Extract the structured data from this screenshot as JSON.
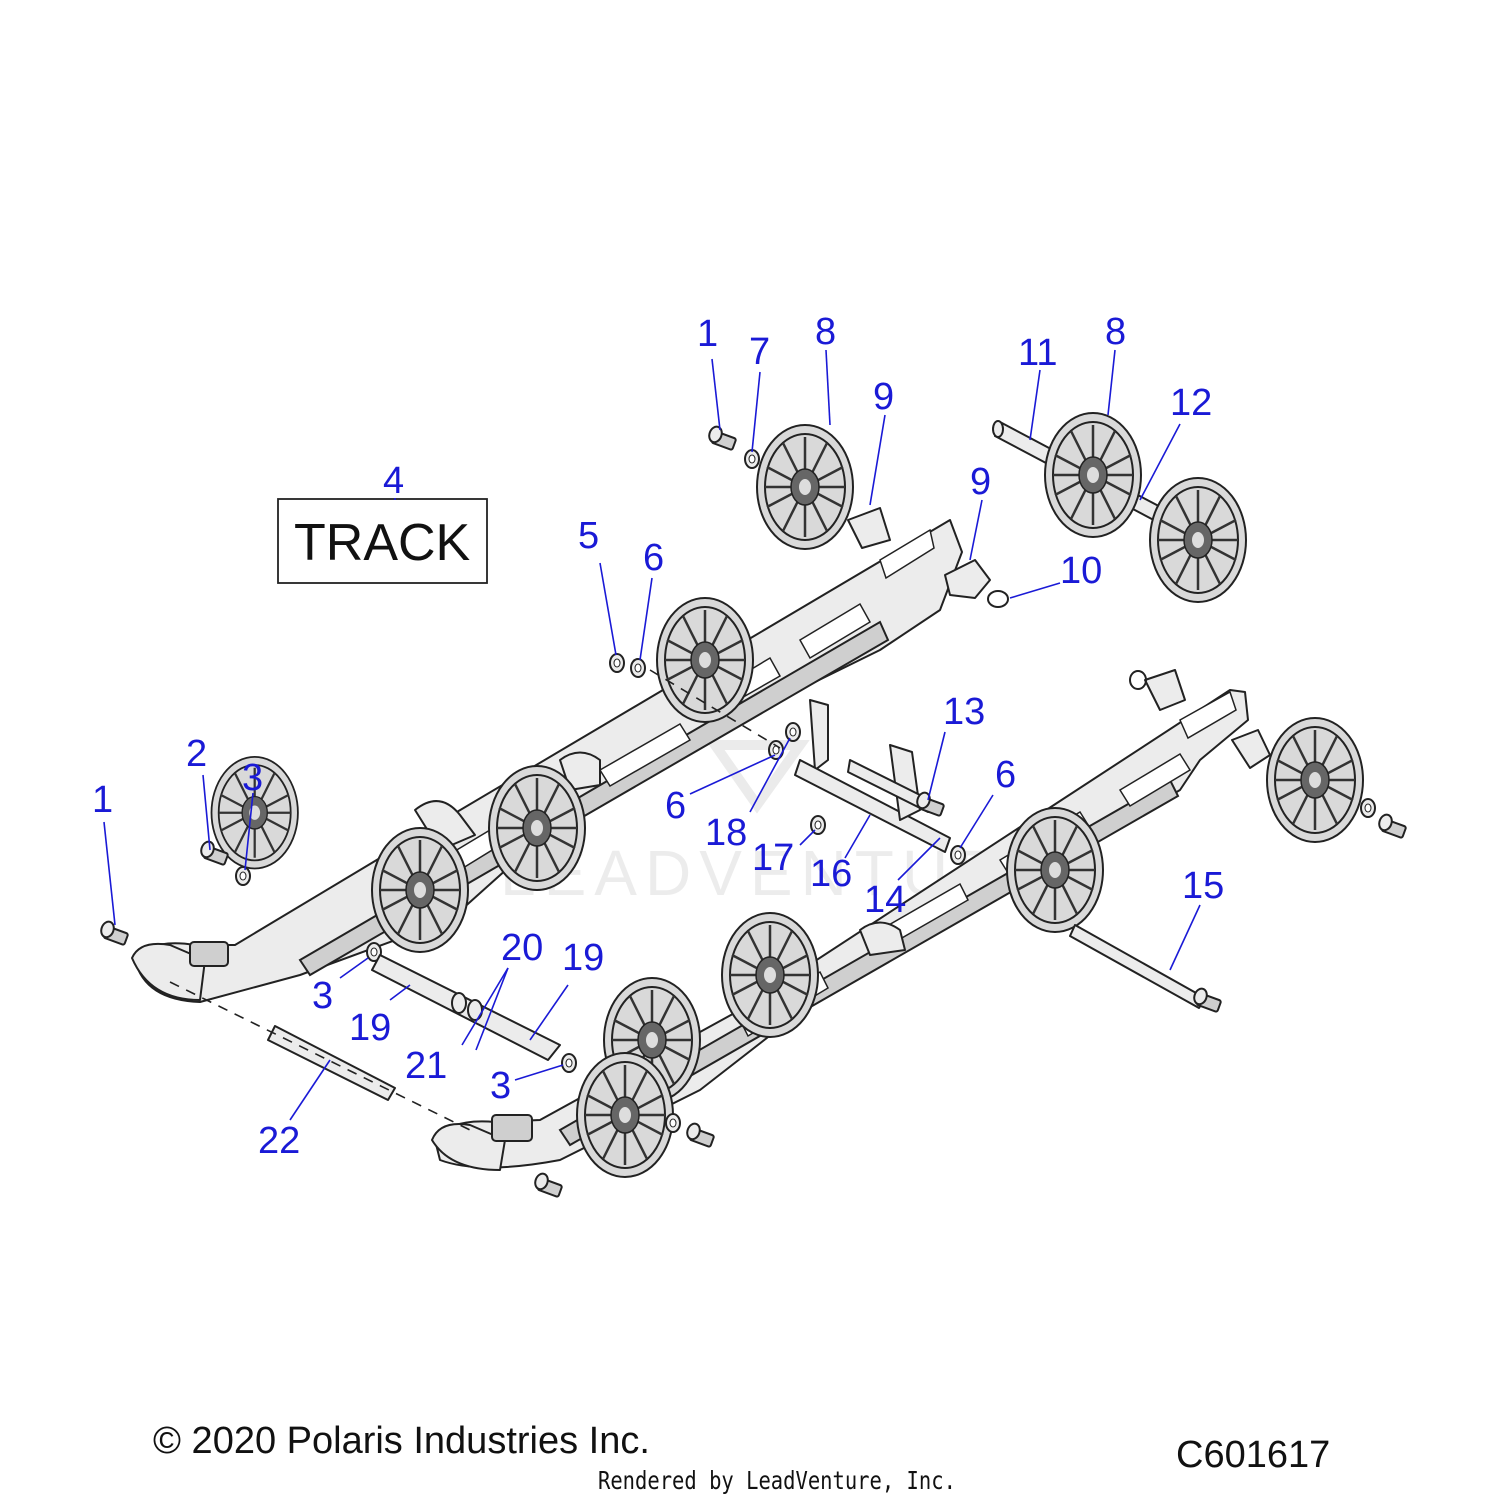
{
  "diagram": {
    "box_label": "TRACK",
    "watermark_text": "LEADVENTURE",
    "callouts": [
      {
        "id": "c1a",
        "label": "1"
      },
      {
        "id": "c1b",
        "label": "1"
      },
      {
        "id": "c2",
        "label": "2"
      },
      {
        "id": "c3a",
        "label": "3"
      },
      {
        "id": "c3b",
        "label": "3"
      },
      {
        "id": "c3c",
        "label": "3"
      },
      {
        "id": "c4",
        "label": "4"
      },
      {
        "id": "c5",
        "label": "5"
      },
      {
        "id": "c6a",
        "label": "6"
      },
      {
        "id": "c6b",
        "label": "6"
      },
      {
        "id": "c6c",
        "label": "6"
      },
      {
        "id": "c7",
        "label": "7"
      },
      {
        "id": "c8a",
        "label": "8"
      },
      {
        "id": "c8b",
        "label": "8"
      },
      {
        "id": "c9a",
        "label": "9"
      },
      {
        "id": "c9b",
        "label": "9"
      },
      {
        "id": "c10",
        "label": "10"
      },
      {
        "id": "c11",
        "label": "11"
      },
      {
        "id": "c12",
        "label": "12"
      },
      {
        "id": "c13",
        "label": "13"
      },
      {
        "id": "c14",
        "label": "14"
      },
      {
        "id": "c15",
        "label": "15"
      },
      {
        "id": "c16",
        "label": "16"
      },
      {
        "id": "c17",
        "label": "17"
      },
      {
        "id": "c18",
        "label": "18"
      },
      {
        "id": "c19a",
        "label": "19"
      },
      {
        "id": "c19b",
        "label": "19"
      },
      {
        "id": "c20",
        "label": "20"
      },
      {
        "id": "c21",
        "label": "21"
      },
      {
        "id": "c22",
        "label": "22"
      }
    ]
  },
  "footer": {
    "copyright": "© 2020 Polaris Industries Inc.",
    "diagram_id": "C601617",
    "rendered_by": "Rendered by LeadVenture, Inc."
  },
  "colors": {
    "callout": "#1a1ad6",
    "line_art": "#222222",
    "part_fill": "#ececec"
  }
}
